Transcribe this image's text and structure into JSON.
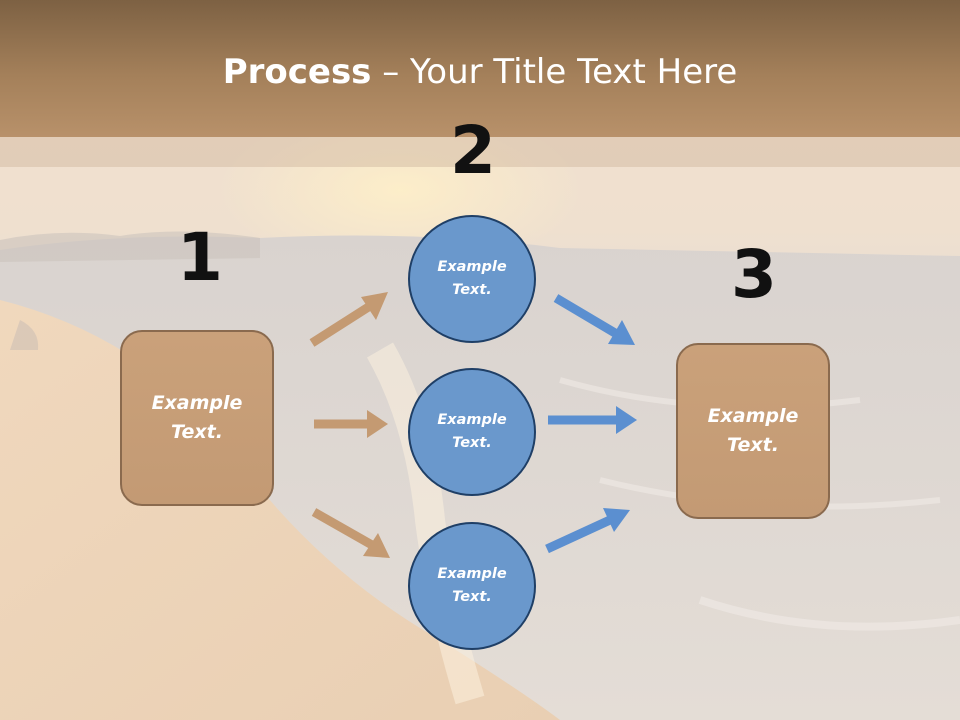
{
  "title": {
    "bold": "Process",
    "rest": " – Your Title Text Here"
  },
  "steps": {
    "one": "1",
    "two": "2",
    "three": "3"
  },
  "left_box": {
    "text": "Example\nText."
  },
  "right_box": {
    "text": "Example\nText."
  },
  "circles": [
    {
      "text": "Example\nText."
    },
    {
      "text": "Example\nText."
    },
    {
      "text": "Example\nText."
    }
  ],
  "colors": {
    "box_fill": "#c39a74",
    "circle_fill": "#6a98cc",
    "arrow_tan": "#c49a72",
    "arrow_blue": "#5b8fd0",
    "title_bar": "#a4805a"
  }
}
